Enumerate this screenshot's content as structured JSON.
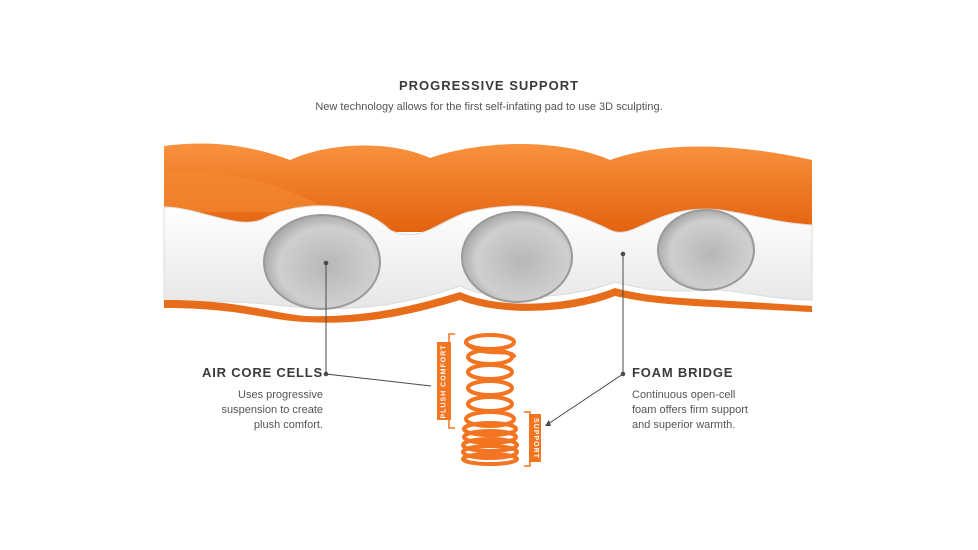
{
  "header": {
    "title": "PROGRESSIVE SUPPORT",
    "subtitle": "New technology allows for the first self-infating pad to use 3D sculpting."
  },
  "callouts": {
    "air_core": {
      "title": "AIR CORE CELLS",
      "text": "Uses progressive\nsuspension to create\nplush comfort."
    },
    "foam_bridge": {
      "title": "FOAM BRIDGE",
      "text": "Continuous open-cell\nfoam offers firm support\nand superior warmth."
    }
  },
  "spring_labels": {
    "plush": "PLUSH COMFORT",
    "support": "SUPPORT"
  },
  "colors": {
    "accent": "#f37421",
    "foam": "#f2f2f2",
    "cell": "#c9c9c9"
  }
}
